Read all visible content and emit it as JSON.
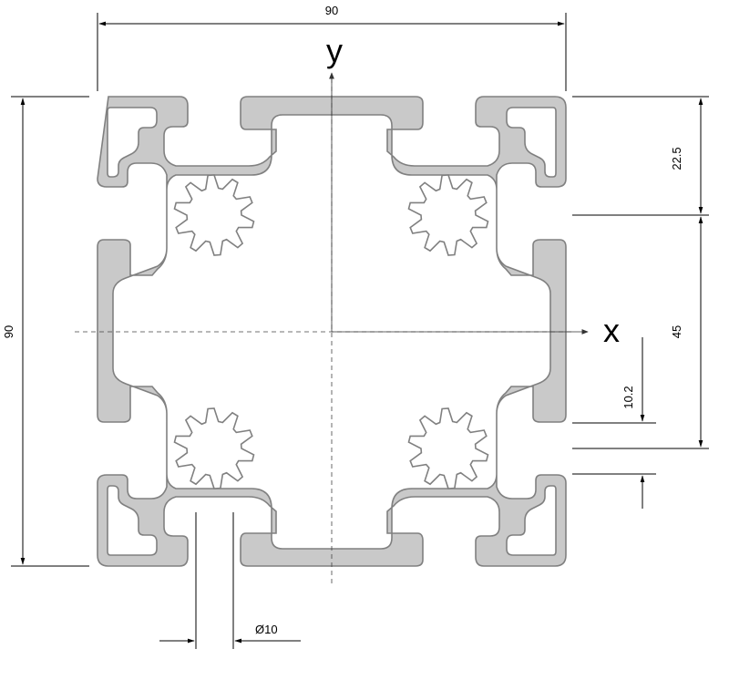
{
  "dimensions": {
    "width": "90",
    "height": "90",
    "slot_pitch_outer": "22.5",
    "slot_pitch_center": "45",
    "slot_width": "10.2",
    "hole_diameter": "Ø10"
  },
  "axes": {
    "x": "x",
    "y": "y"
  }
}
